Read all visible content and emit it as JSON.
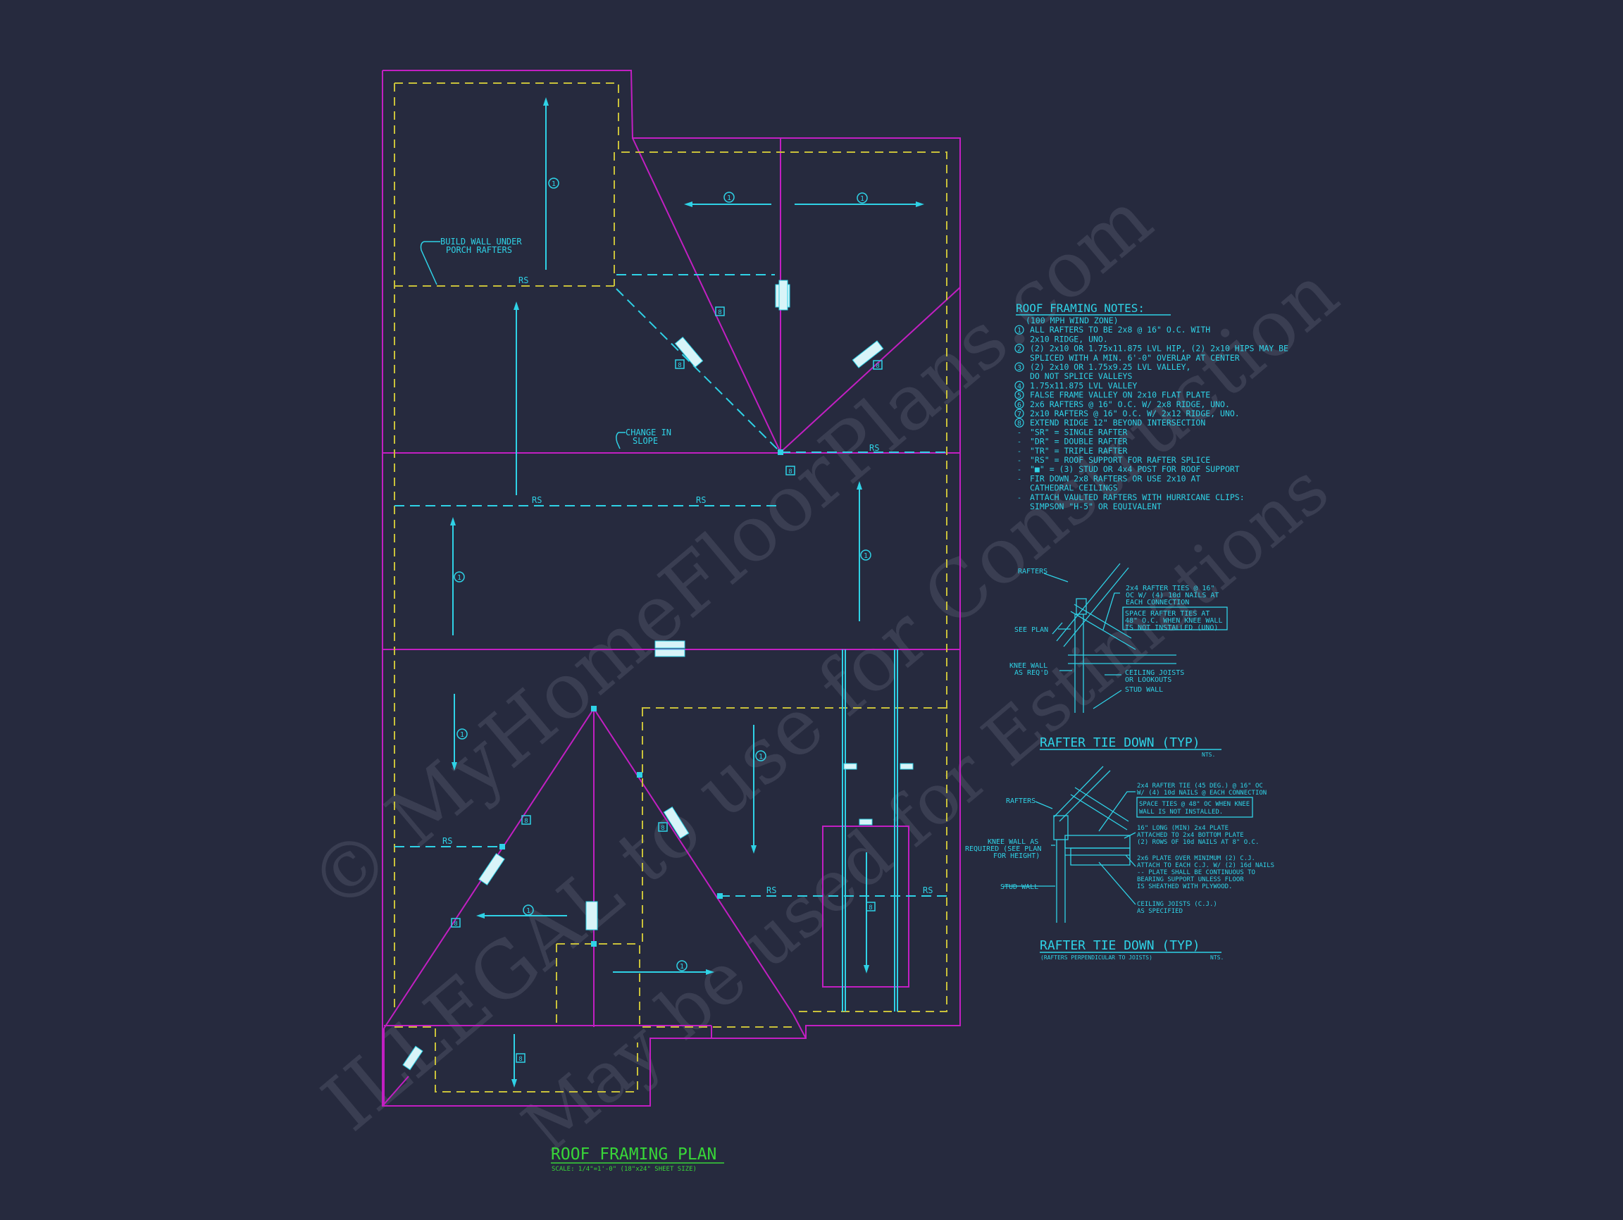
{
  "colors": {
    "background": "#262a3e",
    "walls": "#c21fc2",
    "overhang": "#c9c13a",
    "framing": "#2fd2e6",
    "title": "#38d638",
    "watermark": "#8a8ea3"
  },
  "plan": {
    "title": "ROOF FRAMING PLAN",
    "scale": "SCALE: 1/4\"=1'-0\" (18\"x24\" SHEET SIZE)",
    "callout_wall": [
      "BUILD WALL UNDER",
      "PORCH RAFTERS"
    ],
    "callout_slope": [
      "CHANGE IN",
      "SLOPE"
    ],
    "rs_label": "RS",
    "note_tag": "1",
    "post_tag": "8"
  },
  "notes": {
    "title": "ROOF FRAMING NOTES:",
    "lines": [
      "(100 MPH WIND ZONE)",
      "ALL RAFTERS TO BE 2x8 @ 16\" O.C. WITH",
      "2x10 RIDGE, UNO.",
      "(2) 2x10 OR 1.75x11.875 LVL HIP, (2) 2x10 HIPS MAY BE",
      "SPLICED WITH A MIN. 6'-0\" OVERLAP AT CENTER",
      "(2) 2x10 OR 1.75x9.25 LVL VALLEY,",
      "DO NOT SPLICE VALLEYS",
      "1.75x11.875 LVL VALLEY",
      "FALSE FRAME VALLEY ON 2x10 FLAT PLATE",
      "2x6 RAFTERS @ 16\" O.C. W/ 2x8 RIDGE, UNO.",
      "2x10 RAFTERS @ 16\" O.C. W/ 2x12 RIDGE, UNO.",
      "EXTEND RIDGE 12\" BEYOND INTERSECTION",
      "\"SR\" = SINGLE RAFTER",
      "\"DR\" = DOUBLE RAFTER",
      "\"TR\" = TRIPLE RAFTER",
      "\"RS\" = ROOF SUPPORT FOR RAFTER SPLICE",
      "\"■\" = (3) STUD OR 4x4 POST FOR ROOF SUPPORT",
      "FIR DOWN 2x8 RAFTERS OR USE 2x10 AT",
      "CATHEDRAL CEILINGS",
      "ATTACH VAULTED RAFTERS WITH HURRICANE CLIPS:",
      "SIMPSON \"H-5\" OR EQUIVALENT"
    ],
    "markers": [
      "1",
      "",
      "2",
      "",
      "3",
      "",
      "4",
      "5",
      "6",
      "7",
      "8",
      "-",
      "-",
      "-",
      "-",
      "-",
      "-",
      "",
      "-",
      ""
    ]
  },
  "detail1": {
    "title": "RAFTER TIE DOWN (TYP)",
    "nts": "NTS.",
    "rafters": "RAFTERS",
    "see_plan": "SEE PLAN",
    "knee_wall": [
      "KNEE WALL",
      "AS REQ'D"
    ],
    "ties": [
      "2x4 RAFTER TIES @ 16\"",
      "OC W/ (4) 10d NAILS AT",
      "EACH CONNECTION"
    ],
    "space": [
      "SPACE RAFTER TIES AT",
      "48\" O.C. WHEN KNEE WALL",
      "IS NOT INSTALLED (UNO)"
    ],
    "joists": [
      "CEILING JOISTS",
      "OR LOOKOUTS"
    ],
    "stud": "STUD WALL"
  },
  "detail2": {
    "title": "RAFTER TIE DOWN (TYP)",
    "subtitle": "(RAFTERS PERPENDICULAR TO JOISTS)",
    "nts": "NTS.",
    "rafters": "RAFTERS",
    "knee_wall": [
      "KNEE WALL AS",
      "REQUIRED (SEE PLAN",
      "FOR HEIGHT)"
    ],
    "stud": "STUD WALL",
    "ties": [
      "2x4 RAFTER TIE (45 DEG.) @ 16\" OC",
      "W/ (4) 10d NAILS @ EACH CONNECTION"
    ],
    "space": [
      "SPACE TIES @ 48\" OC WHEN KNEE",
      "WALL IS NOT INSTALLED."
    ],
    "plate": [
      "16\" LONG (MIN) 2x4 PLATE",
      "ATTACHED TO 2x4 BOTTOM PLATE",
      "(2) ROWS OF 10d NAILS AT 8\" O.C."
    ],
    "plate_over": [
      "2x6 PLATE OVER MINIMUM (2) C.J.",
      "ATTACH TO EACH C.J. W/ (2) 16d NAILS",
      "-- PLATE SHALL BE CONTINUOUS TO",
      "BEARING SUPPORT UNLESS FLOOR",
      "IS SHEATHED WITH PLYWOOD."
    ],
    "joists": [
      "CEILING JOISTS (C.J.)",
      "AS SPECIFIED"
    ]
  },
  "watermark": {
    "line1": "© MyHomeFloorPlans.com",
    "line2": "ILLEGAL to use for Construction",
    "line3": "May be used for Estimations"
  }
}
